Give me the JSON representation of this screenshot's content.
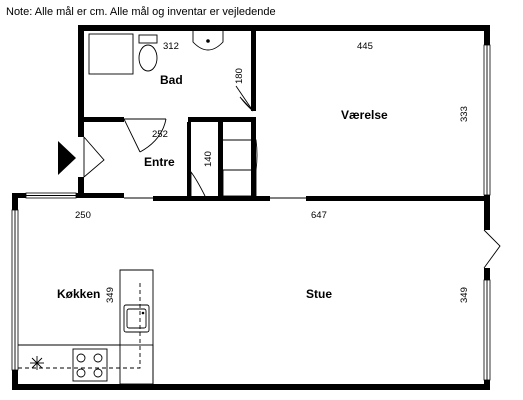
{
  "note": "Note: Alle mål er cm. Alle mål og inventar er vejledende",
  "rooms": {
    "bad": "Bad",
    "vaerelse": "Værelse",
    "entre": "Entre",
    "koekken": "Køkken",
    "stue": "Stue"
  },
  "dimensions": {
    "bad_width": "312",
    "vaerelse_width": "445",
    "bad_door": "180",
    "vaerelse_depth": "333",
    "entre_width": "252",
    "entre_depth": "140",
    "koekken_width": "250",
    "stue_width": "647",
    "koekken_depth": "349",
    "stue_depth": "349"
  },
  "icons": {
    "entrance": "entrance-arrow-icon",
    "toilet": "toilet-icon",
    "sink": "sink-icon",
    "kitchen_sink": "kitchen-sink-icon",
    "stove": "stove-icon",
    "fan": "extractor-fan-icon"
  }
}
